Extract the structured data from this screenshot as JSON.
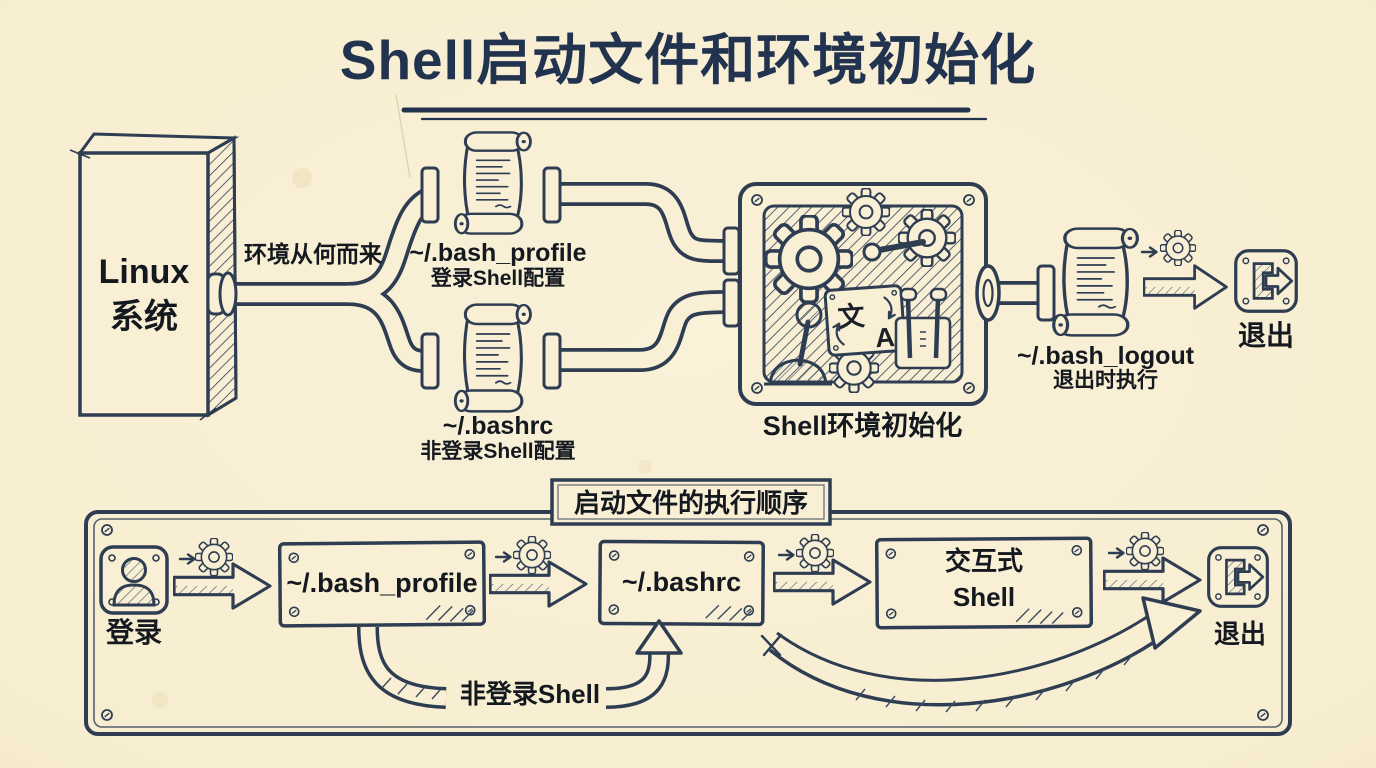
{
  "colors": {
    "background": "#f8efd4",
    "ink": "#2e3d52",
    "text": "#14181f",
    "title": "#223350"
  },
  "icons": {
    "gear-icon": "⚙",
    "scroll-icon": "📜",
    "user-icon": "👤",
    "exit-icon": "⎋",
    "translate-icon": "文A",
    "arrow-icon": "→",
    "screw-icon": "◦"
  },
  "header": {
    "title": "Shell启动文件和环境初始化"
  },
  "top_flow": {
    "linux_box": {
      "line1": "Linux",
      "line2": "系统"
    },
    "pipe_label": "环境从何而来",
    "bash_profile": {
      "file": "~/.bash_profile",
      "desc": "登录Shell配置"
    },
    "bashrc": {
      "file": "~/.bashrc",
      "desc": "非登录Shell配置"
    },
    "machine": {
      "label": "Shell环境初始化",
      "translate_zh": "文",
      "translate_en": "A"
    },
    "bash_logout": {
      "file": "~/.bash_logout",
      "desc": "退出时执行"
    },
    "exit_label": "退出"
  },
  "bottom_flow": {
    "panel_title": "启动文件的执行顺序",
    "login_label": "登录",
    "step1": "~/.bash_profile",
    "step2": "~/.bashrc",
    "step3_line1": "交互式",
    "step3_line2": "Shell",
    "bypass_label": "非登录Shell",
    "exit_label": "退出"
  }
}
